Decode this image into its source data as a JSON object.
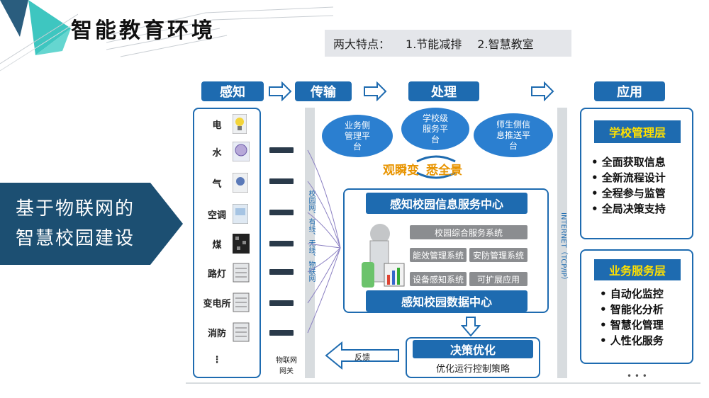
{
  "slide": {
    "title": "智能教育环境",
    "features": {
      "label": "两大特点：",
      "item1": "1.节能减排",
      "item2": "2.智慧教室"
    },
    "side_banner": {
      "line1": "基于物联网的",
      "line2": "智慧校园建设"
    }
  },
  "stages": {
    "sense": "感知",
    "transmit": "传输",
    "process": "处理",
    "apply": "应用"
  },
  "sensors": [
    {
      "label": "电",
      "icon": "bulb-icon"
    },
    {
      "label": "水",
      "icon": "water-meter-icon"
    },
    {
      "label": "气",
      "icon": "gas-meter-icon"
    },
    {
      "label": "空调",
      "icon": "air-conditioner-icon"
    },
    {
      "label": "煤",
      "icon": "qr-code-icon"
    },
    {
      "label": "路灯",
      "icon": "cabinet-icon"
    },
    {
      "label": "变电所",
      "icon": "cabinet-icon"
    },
    {
      "label": "消防",
      "icon": "cabinet-icon"
    },
    {
      "label": "⋮",
      "icon": ""
    }
  ],
  "gateway_label": "物联网\n网关",
  "network_label": "校园网、有线、无线、物联网",
  "internet_label": "INTERNET（TCP/IP）",
  "clouds": {
    "business": "业务侧\n管理平\n台",
    "school": "学校级\n服务平\n台",
    "teacher": "师生侧信\n息推送平\n台"
  },
  "observe": {
    "part1": "观瞬变",
    "part2": "悉全景"
  },
  "center": {
    "info_center": "感知校园信息服务中心",
    "modules": {
      "campus_service": "校园综合服务系统",
      "energy": "能效管理系统",
      "security": "安防管理系统",
      "device": "设备感知系统",
      "extend": "可扩展应用"
    },
    "data_center": "感知校园数据中心"
  },
  "decision": {
    "title": "决策优化",
    "subtitle": "优化运行控制策略",
    "feedback": "反馈"
  },
  "school_layer": {
    "title": "学校管理层",
    "items": [
      "• 全面获取信息",
      "• 全新流程设计",
      "• 全程参与监管",
      "• 全局决策支持"
    ]
  },
  "business_layer": {
    "title": "业务服务层",
    "items": [
      "• 自动化监控",
      "• 智能化分析",
      "• 智慧化管理",
      "• 人性化服务"
    ]
  },
  "more": "• • •",
  "colors": {
    "primary": "#1e6bb0",
    "banner": "#1c4f72",
    "accent": "#ffe000",
    "teal": "#3ec6c0"
  }
}
